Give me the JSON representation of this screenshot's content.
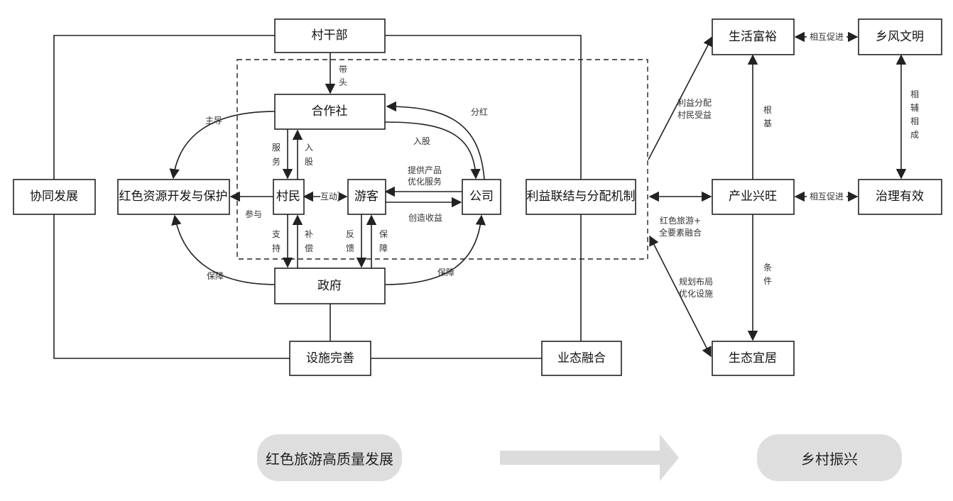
{
  "nodes": {
    "cungan": "村干部",
    "hezuoshe": "合作社",
    "xietong": "协同发展",
    "hongse": "红色资源开发与保护",
    "cunmin": "村民",
    "youke": "游客",
    "gongsi": "公司",
    "liyi": "利益联结与分配机制",
    "zhengfu": "政府",
    "sheshi": "设施完善",
    "yetai": "业态融合",
    "shenghuo": "生活富裕",
    "xiangfeng": "乡风文明",
    "chanye": "产业兴旺",
    "zhili": "治理有效",
    "shengtai": "生态宜居"
  },
  "labels": {
    "daitou": [
      "带",
      "头"
    ],
    "zhudao": "主导",
    "fuwu": [
      "服",
      "务"
    ],
    "rugu_v": [
      "入",
      "股"
    ],
    "fenhong": "分红",
    "rugu": "入股",
    "tigong": [
      "提供产品",
      "优化服务"
    ],
    "hudong": "互动",
    "canyu": "参与",
    "chuangzao": "创造收益",
    "zhichi": [
      "支",
      "持"
    ],
    "buchang": [
      "补",
      "偿"
    ],
    "fankui": [
      "反",
      "馈"
    ],
    "baozhang_v": [
      "保",
      "障"
    ],
    "baozhang_left": "保障",
    "baozhang_right": "保障",
    "liyifenpei": [
      "利益分配",
      "村民受益"
    ],
    "hongselvyou": [
      "红色旅游+",
      "全要素融合"
    ],
    "guihua": [
      "规划布局",
      "优化设施"
    ],
    "genji": [
      "根",
      "基"
    ],
    "tiaojian": [
      "条",
      "件"
    ],
    "xianghu1": "相互促进",
    "xianghu2": "相互促进",
    "xiangfu": [
      "相",
      "辅",
      "相",
      "成"
    ]
  },
  "bottom": {
    "left": "红色旅游高质量发展",
    "right": "乡村振兴"
  }
}
